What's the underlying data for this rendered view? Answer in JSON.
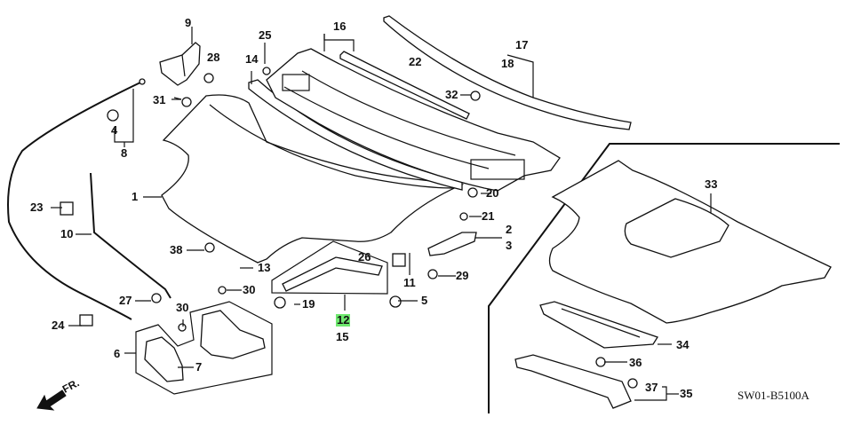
{
  "diagram": {
    "title": "Hood / Cowl Top / Hood Latch parts diagram",
    "code": "SW01-B5100A",
    "direction_label": "FR.",
    "highlight_color": "#6ee86e",
    "highlighted_part": "12",
    "labels": {
      "p1": "1",
      "p2": "2",
      "p3": "3",
      "p4": "4",
      "p5": "5",
      "p6": "6",
      "p7": "7",
      "p8": "8",
      "p9": "9",
      "p10": "10",
      "p11": "11",
      "p12": "12",
      "p13": "13",
      "p14": "14",
      "p15": "15",
      "p16": "16",
      "p17": "17",
      "p18": "18",
      "p19": "19",
      "p20": "20",
      "p21": "21",
      "p22": "22",
      "p23": "23",
      "p24": "24",
      "p25": "25",
      "p26": "26",
      "p27": "27",
      "p28": "28",
      "p29": "29",
      "p30a": "30",
      "p30b": "30",
      "p31": "31",
      "p32": "32",
      "p33": "33",
      "p34": "34",
      "p35": "35",
      "p36": "36",
      "p37": "37",
      "p38": "38"
    }
  }
}
